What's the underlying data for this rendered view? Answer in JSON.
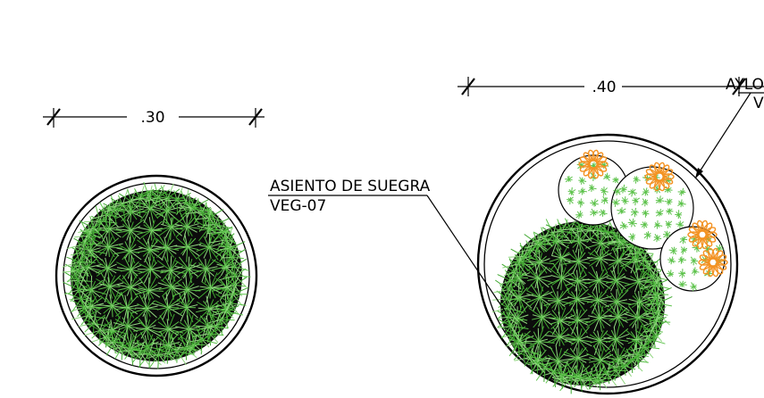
{
  "dimensions": {
    "small_pot_width": ".30",
    "large_pot_width": ".40"
  },
  "labels": {
    "mother_in_law_cushion": {
      "name": "ASIENTO DE SUEGRA",
      "code": "VEG-07"
    },
    "cut_off_label": {
      "name": "AYLO",
      "code": "V"
    }
  },
  "colors": {
    "linework": "#000000",
    "cactus_green": "#5cc24a",
    "cactus_light_green": "#8fd67e",
    "cactus_dark": "#0c0c0c",
    "flower_orange": "#f39222"
  },
  "symbols": [
    "barrel-cactus-plan-symbol",
    "flowering-cactus-plan-symbol",
    "pot-rim-circle"
  ]
}
